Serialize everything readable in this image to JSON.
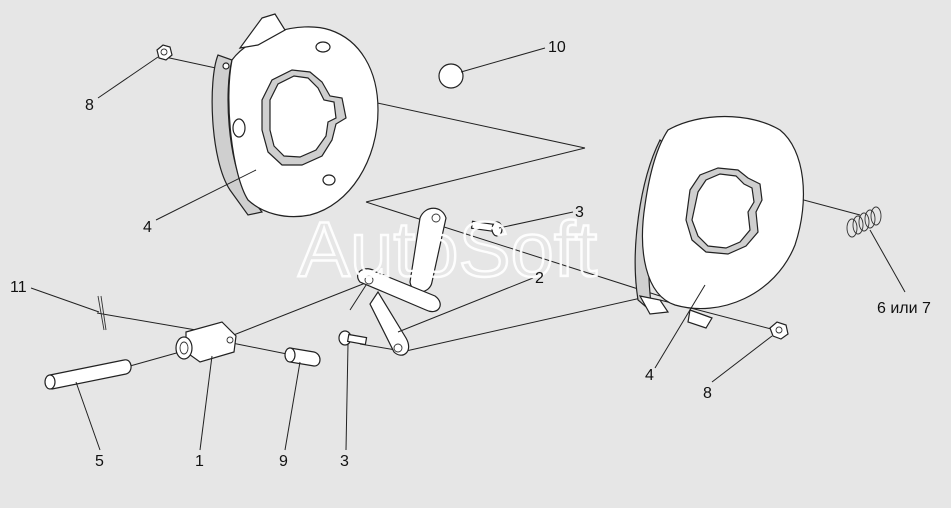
{
  "diagram": {
    "watermark": "AutoSoft",
    "callouts": [
      {
        "id": "c10",
        "text": "10"
      },
      {
        "id": "c8a",
        "text": "8"
      },
      {
        "id": "c4a",
        "text": "4"
      },
      {
        "id": "c3a",
        "text": "3"
      },
      {
        "id": "c2",
        "text": "2"
      },
      {
        "id": "c11",
        "text": "11"
      },
      {
        "id": "c67",
        "text": "6 или 7"
      },
      {
        "id": "c4b",
        "text": "4"
      },
      {
        "id": "c8b",
        "text": "8"
      },
      {
        "id": "c5",
        "text": "5"
      },
      {
        "id": "c1",
        "text": "1"
      },
      {
        "id": "c9",
        "text": "9"
      },
      {
        "id": "c3b",
        "text": "3"
      }
    ]
  }
}
